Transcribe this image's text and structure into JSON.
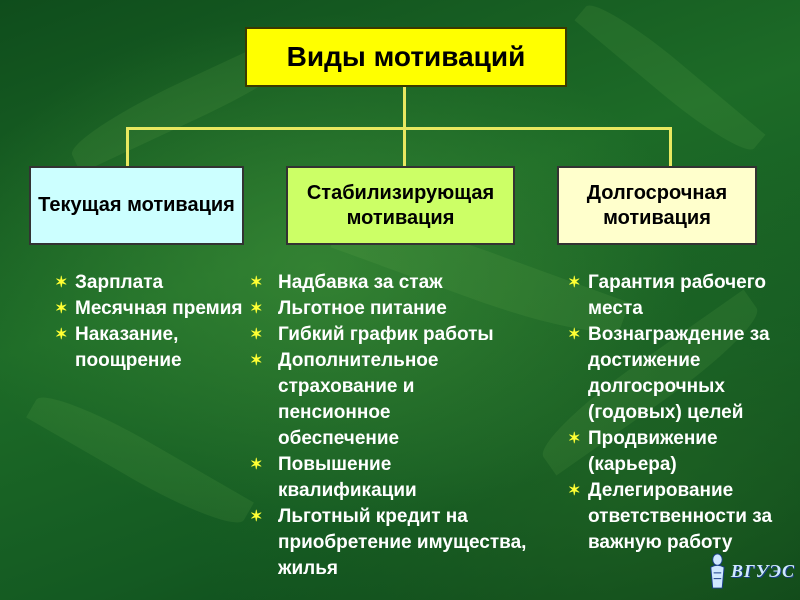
{
  "title": "Виды мотиваций",
  "categories": [
    {
      "label": "Текущая мотивация",
      "items": [
        "Зарплата",
        "Месячная премия",
        "Наказание, поощрение"
      ]
    },
    {
      "label": "Стабилизирующая мотивация",
      "items": [
        "Надбавка за стаж",
        "Льготное питание",
        "Гибкий график работы",
        "Дополнительное страхование и пенсионное обеспечение",
        "Повышение квалификации",
        "Льготный кредит на приобретение имущества, жилья"
      ]
    },
    {
      "label": "Долгосрочная мотивация",
      "items": [
        "Гарантия рабочего места",
        "Вознаграждение за достижение долгосрочных (годовых) целей",
        "Продвижение (карьера)",
        "Делегирование ответственности за важную работу"
      ]
    }
  ],
  "logo": {
    "text": "ВГУЭС"
  },
  "colors": {
    "title_box": "#ffff00",
    "box_current": "#ccffff",
    "box_stabilizing": "#ccff66",
    "box_longterm": "#ffffcc",
    "bullet": "#ffff33",
    "connector": "#e8e860"
  },
  "icons": {
    "bullet": "star-bullet-icon",
    "logo": "university-emblem-icon"
  }
}
